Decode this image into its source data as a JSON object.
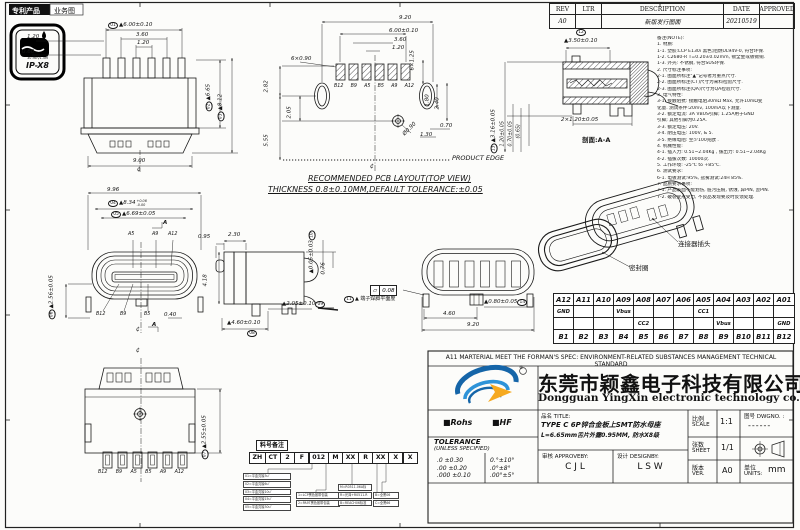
{
  "header": {
    "patent_badge": "专利产品",
    "business_badge": "业务图",
    "ip_badge": {
      "title": "IP-X8",
      "subtitle": "30 Min/1.5M"
    }
  },
  "rev_table": {
    "headers": [
      "REV",
      "LTR",
      "DESCRIPTION",
      "DATE",
      "APPROVED"
    ],
    "row": {
      "rev": "A0",
      "ltr": "",
      "description": "新版发行图面",
      "date": "20210519",
      "approved": ""
    }
  },
  "views": {
    "front": {
      "balloon1": "01",
      "dim1": "▲6.00±0.10",
      "dim2": "3.60",
      "dim3": "1.20",
      "dim4": "1.20",
      "dim5": "0.60",
      "balloon2": "02",
      "dim6": "▲6.65",
      "balloon3": "03",
      "dim7": "▲8.12",
      "dim8": "9.00",
      "centerline": "¢"
    },
    "pcb": {
      "dim_920": "9.20",
      "dim_600": "6.00±0.10",
      "dim_360": "3.60",
      "dim_120": "1.20",
      "dim_pads": "6×0.90",
      "dim_pitch": "6×1.25",
      "dim_282": "2.82",
      "dim_205": "2.05",
      "dim_555": "5.55",
      "dim_180": "1.80",
      "dim_240": "2.40",
      "dim_070": "0.70",
      "dim_130": "1.30",
      "dim_hole": "Ø0.90",
      "pad_labels": [
        "B12",
        "B9",
        "A5",
        "B5",
        "A9",
        "A12"
      ],
      "product_edge": "PRODUCT EDGE",
      "centerline": "¢",
      "caption_1": "RECOMMENDED PCB LAYOUT(TOP VIEW)",
      "caption_2": "THICKNESS 0.8±0.10MM,DEFAULT TOLERANCE:±0.05"
    },
    "section_aa": {
      "balloon": "12",
      "dim_top": "▲3.50±0.10",
      "dim_bottom": "2×1.20±0.05",
      "caption": "剖面:A-A",
      "balloon_side": "13",
      "dim_side": "▲3.16±0.05",
      "dim_side2": "1.20±0.05",
      "dim_side3": "0.70±0.05",
      "dim_side4": "(0.65)"
    },
    "mating": {
      "dim_996": "9.96",
      "balloon4": "04",
      "dim_834": "▲8.34",
      "tol_up": "+0.06",
      "tol_dn": "-0.00",
      "balloon5": "05",
      "dim_669": "▲6.69±0.05",
      "pin_a5": "A5",
      "pin_a9": "A9",
      "pin_a12": "A12",
      "pin_b12": "B12",
      "pin_b9": "B9",
      "pin_b5": "B5",
      "section_mark": "A",
      "dim_040": "0.40",
      "balloon6": "06",
      "dim_256": "▲2.56±0.05",
      "centerline": "¢"
    },
    "side": {
      "dim_095": "0.95",
      "dim_230": "2.30",
      "dim_418": "4.18",
      "balloon8": "08",
      "dim_460": "▲4.60±0.10",
      "balloon9": "09",
      "dim_205": "▲2.05±0.10",
      "balloon10": "10",
      "dim_005": "▲0.05±0.03",
      "dim_076": "0.76",
      "balloon11": "11",
      "flatness_label": "▲ 端子焊脚平面度",
      "flatness_symbol": "▱",
      "flatness_value": "0.08"
    },
    "rear": {
      "balloon14": "14",
      "dim_080": "▲0.80±0.05",
      "dim_460": "4.60",
      "dim_920": "9.20"
    },
    "bottom": {
      "balloon7": "07",
      "dim_255": "▲2.55±0.05",
      "pin_labels": [
        "B12",
        "B9",
        "A5",
        "B5",
        "A9",
        "A12"
      ],
      "centerline": "¢"
    },
    "iso": {
      "plug_label": "连接器插头",
      "seal_label": "密封圈"
    }
  },
  "notes": {
    "lines": [
      "备注(NOTE):",
      "1. 材质:",
      "1-1. 塑胶:LCP E130i 黑色;阻燃UL94V-0, 符合环保.",
      "1-2. C2680-R T=0.20±0.02mm, 镀全金或镀锡铜.",
      "1-3. 外壳: 不锈钢, 符合SUS环保.",
      "2. 尺寸标注事项:",
      "2-1. 图面所标注\"▲\"记号者为重点尺寸.",
      "2-2. 图面所标注(CT)尺寸为来料检验尺寸.",
      "2-3. 图面所标注(QA)尺寸为QA检验尺寸.",
      "3. 电气特性:",
      "3-1. 接触阻抗: 接触电阻30mΩ Max, 允许10mΩ变",
      "      化量. 测试条件:20mv, 100mA以下测量.",
      "3-2. 额定电流: 3A VBUS引脚; 1.25A用于GND",
      "      引脚; 其他引脚为0.25A.",
      "3-3. 额定电压: 20V.",
      "3-4. 耐压电压: 100V, & 5.",
      "3-5. 绝缘电阻: 至少100兆欧 .",
      "4. 机械性能:",
      "4-1. 插入力: 0.51~2.04Kg , 拔出力: 0.51~2.04Kg",
      "4-2. 插拔次数: 10000次.",
      "5. 工作环境: -25℃ to +85℃.",
      "6. 测试要求:",
      "6-1. 电镀测试:95%, 盐雾测试:24H 85%.",
      "7. 品质要求事项:",
      "7-1. 产品表面不能划伤, 脏污压痕, 锈蚀, 异PIN, 歪PIN.",
      "7-2. 破裂变形受力, 不良品发现要及时反馈处理."
    ]
  },
  "pin_table": {
    "rows": [
      [
        "A12",
        "A11",
        "A10",
        "A09",
        "A08",
        "A07",
        "A06",
        "A05",
        "A04",
        "A03",
        "A02",
        "A01"
      ],
      [
        "GND",
        "",
        "",
        "Vbus",
        "",
        "",
        "",
        "CC1",
        "",
        "",
        "",
        ""
      ],
      [
        "",
        "",
        "",
        "",
        "CC2",
        "",
        "",
        "",
        "Vbus",
        "",
        "",
        "GND"
      ],
      [
        "B1",
        "B2",
        "B3",
        "B4",
        "B5",
        "B6",
        "B7",
        "B8",
        "B9",
        "B10",
        "B11",
        "B12"
      ]
    ]
  },
  "compliance_banner": "A11 MARTERIAL MEET THE FORMAN'S SPEC: ENVIRONMENT-RELATED SUBSTANCES MANAGEMENT TECHNICAL STANDARD",
  "company": {
    "cn": "东莞市颖鑫电子科技有限公司",
    "en": "Dongguan YingXin electronic technology co., LTD",
    "reg": "®"
  },
  "title_block": {
    "rohs": "■Rohs",
    "hf": "■HF",
    "tol_title": "TOLERANCE",
    "tol_sub": "(UNLESS SPECIFIED)",
    "tol_left": [
      ".0  ±0.30",
      ".00  ±0.20",
      ".000 ±0.10"
    ],
    "tol_right": [
      "0.°±10°",
      ".0°±8°",
      ".00°±5°"
    ],
    "title_label": "品名 TITLE:",
    "title_line1": "TYPE C 6P锌合金板上SMT防水母座",
    "title_line2": "L=6.65mm舌片外露0.95MM, 防水X8级",
    "approve_label": "审核 APPROVEBY:",
    "approve": "C J L",
    "design_label": "设计 DESIGNBY:",
    "design": "L S W",
    "scale_label_cn": "比例",
    "scale_label_en": "SCALE",
    "scale": "1:1",
    "sheet_label_cn": "张数",
    "sheet_label_en": "SHEET",
    "sheet": "1/1",
    "ver_label_cn": "版本",
    "ver_label_en": "VER.",
    "ver": "A0",
    "dwg_label": "图号 DWGNO. :",
    "dwg": "------",
    "units_label_cn": "单位",
    "units_label_en": "UNITS:",
    "units": "mm"
  },
  "part_number": {
    "label": "料号备注",
    "segments": [
      "ZH",
      "CT",
      "2",
      "F",
      "012",
      "M",
      "XX",
      "R",
      "XX",
      "X",
      "X"
    ],
    "legend_left": [
      "01=平金亮镍3u″",
      "02=平金亮镍6u″",
      "03=平金亮镍10u″",
      "04=平金亮镍15u″",
      "05=平金亮镍30u″"
    ],
    "legend_mid": [
      "1=LCP黑色胶带包装",
      "2=PA9T黑色胶带包装"
    ],
    "legend_right": [
      "M=R0511.06A标",
      "R=光泽+R0511.R",
      "B=REACH06标准"
    ],
    "legend_far_right": [
      "B=全黑06",
      "C=全黑66"
    ]
  }
}
